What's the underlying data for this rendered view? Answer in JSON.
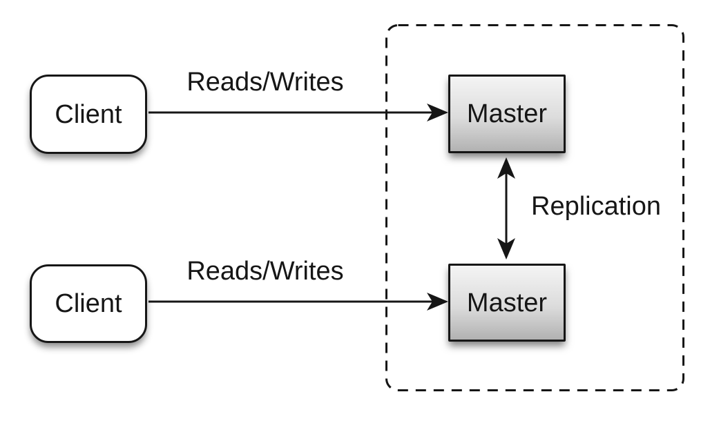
{
  "colors": {
    "background": "#ffffff",
    "stroke": "#161616",
    "text": "#161616",
    "client_fill": "#ffffff",
    "master_gradient_top": "#f4f4f4",
    "master_gradient_mid": "#dcdcdc",
    "master_gradient_bottom": "#b2b2b2"
  },
  "nodes": {
    "clients": [
      {
        "label": "Client"
      },
      {
        "label": "Client"
      }
    ],
    "masters": [
      {
        "label": "Master"
      },
      {
        "label": "Master"
      }
    ]
  },
  "cluster": {
    "contains": [
      "master-top",
      "master-bottom"
    ],
    "style": "dashed"
  },
  "edges": [
    {
      "label": "Reads/Writes",
      "from": "client-top",
      "to": "master-top",
      "direction": "one-way"
    },
    {
      "label": "Reads/Writes",
      "from": "client-bottom",
      "to": "master-bottom",
      "direction": "one-way"
    },
    {
      "label": "Replication",
      "from": "master-top",
      "to": "master-bottom",
      "direction": "two-way"
    }
  ]
}
